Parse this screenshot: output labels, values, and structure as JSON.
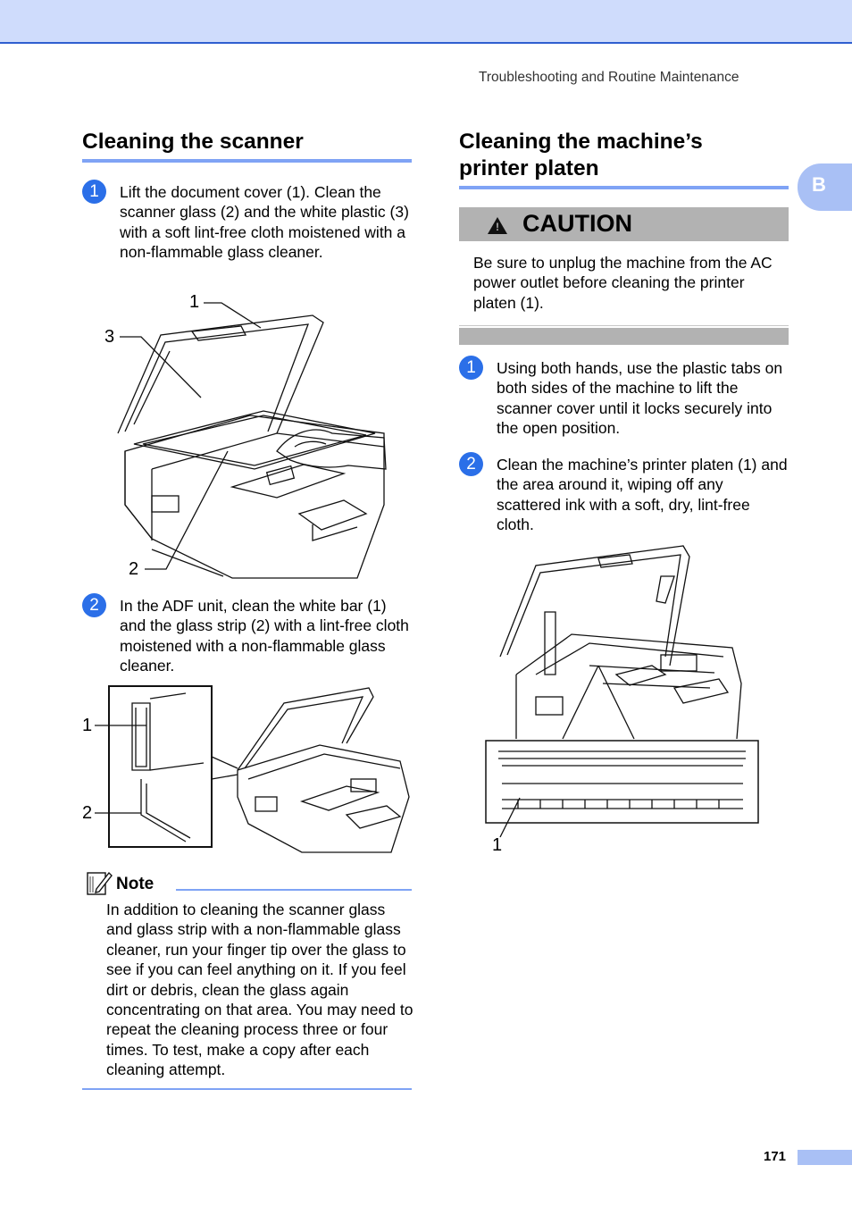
{
  "header": {
    "running_title": "Troubleshooting and Routine Maintenance"
  },
  "side_tab": {
    "letter": "B"
  },
  "left": {
    "title": "Cleaning the scanner",
    "steps": [
      {
        "num": "1",
        "text": "Lift the document cover (1). Clean the scanner glass (2) and the white plastic (3) with a soft lint-free cloth moistened with a non-flammable glass cleaner."
      },
      {
        "num": "2",
        "text": "In the ADF unit, clean the white bar (1) and the glass strip (2) with a lint-free cloth moistened with a non-flammable glass cleaner."
      }
    ],
    "figure1_callouts": [
      "1",
      "3",
      "2"
    ],
    "figure2_callouts": [
      "1",
      "2"
    ],
    "note": {
      "label": "Note",
      "text": "In addition to cleaning the scanner glass and glass strip with a non-flammable glass cleaner, run your finger tip over the glass to see if you can feel anything on it. If you feel dirt or debris, clean the glass again concentrating on that area. You may need to repeat the cleaning process three or four times. To test, make a copy after each cleaning attempt."
    }
  },
  "right": {
    "title_line1": "Cleaning the machine’s",
    "title_line2": "printer platen",
    "caution": {
      "label": "CAUTION",
      "text": "Be sure to unplug the machine from the AC power outlet before cleaning the printer platen (1)."
    },
    "steps": [
      {
        "num": "1",
        "text": "Using both hands, use the plastic tabs on both sides of the machine to lift the scanner cover until it locks securely into the open position."
      },
      {
        "num": "2",
        "text": "Clean the machine’s printer platen (1) and the area around it, wiping off any scattered ink with a soft, dry, lint-free cloth."
      }
    ],
    "figure3_callouts": [
      "1"
    ]
  },
  "footer": {
    "page_number": "171"
  }
}
